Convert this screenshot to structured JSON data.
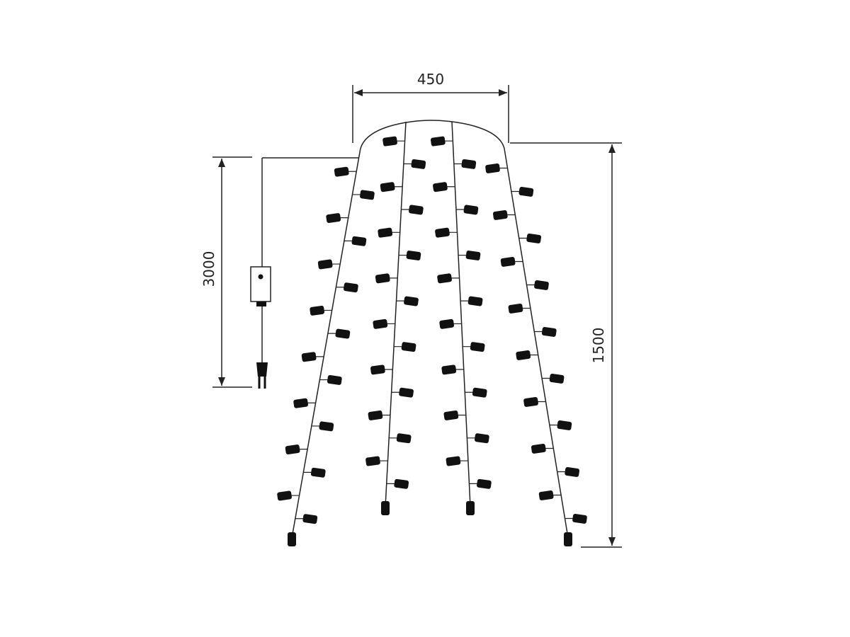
{
  "dimensions": {
    "width_label": "450",
    "height_label": "1500",
    "cable_label": "3000"
  },
  "colors": {
    "line": "#222222",
    "bulb": "#111111",
    "background": "#ffffff"
  },
  "icons": {
    "controller": "controller-box-icon",
    "plug": "plug-icon",
    "bulb": "bulb-icon"
  }
}
